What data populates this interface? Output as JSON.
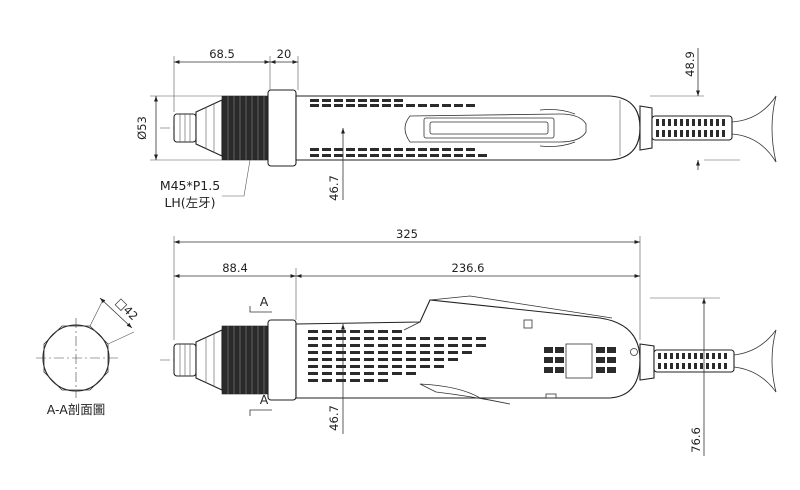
{
  "top_view": {
    "dim_nose_length": "68.5",
    "dim_collar_length": "20",
    "dim_diameter": "Ø53",
    "dim_height": "48.9",
    "dim_offset": "46.7",
    "thread_label_line1": "M45*P1.5",
    "thread_label_line2": "LH(左牙)"
  },
  "side_view": {
    "dim_total_length": "325",
    "dim_front_length": "88.4",
    "dim_rear_length": "236.6",
    "dim_offset": "46.7",
    "dim_height": "76.6",
    "section_mark_top": "A",
    "section_mark_bottom": "A"
  },
  "section_view": {
    "dim_across_flats": "□42",
    "caption": "A-A剖面圖"
  }
}
